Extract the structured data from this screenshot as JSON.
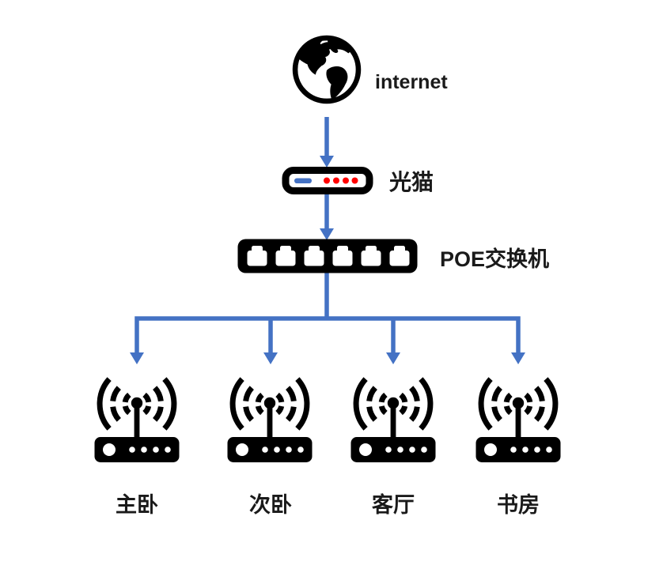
{
  "diagram_title": "home-network-topology",
  "colors": {
    "accent_blue": "#4472C4",
    "led_red": "#FF0000",
    "icon_black": "#000000",
    "text": "#1A1A1A",
    "background": "#FFFFFF"
  },
  "nodes": {
    "internet": {
      "label": "internet",
      "icon": "globe-icon"
    },
    "modem": {
      "label": "光猫",
      "icon": "modem-icon",
      "led_count": 4
    },
    "switch": {
      "label": "POE交换机",
      "icon": "poe-switch-icon",
      "port_count": 6
    },
    "routers": [
      {
        "label": "主卧",
        "icon": "wireless-router-icon"
      },
      {
        "label": "次卧",
        "icon": "wireless-router-icon"
      },
      {
        "label": "客厅",
        "icon": "wireless-router-icon"
      },
      {
        "label": "书房",
        "icon": "wireless-router-icon"
      }
    ]
  },
  "connections": {
    "internet_to_modem": "arrow-down",
    "modem_to_switch": "arrow-down",
    "switch_to_routers": "one-to-four-branch-arrows"
  }
}
